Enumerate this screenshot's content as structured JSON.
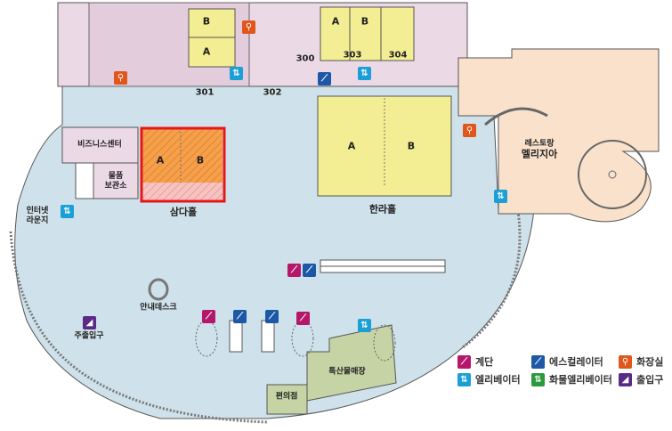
{
  "halls": {
    "samda": {
      "name": "삼다홀",
      "rooms": [
        "A",
        "B"
      ],
      "highlighted": true
    },
    "halla": {
      "name": "한라홀",
      "rooms": [
        "A",
        "B"
      ]
    }
  },
  "upper_rooms": {
    "left_block": [
      "B",
      "A"
    ],
    "right_block": [
      "A",
      "B"
    ],
    "numbers": [
      "300",
      "301",
      "302",
      "303",
      "304"
    ]
  },
  "facilities": {
    "business_center": "비즈니스센터",
    "storage": "물품\n보관소",
    "internet_lounge": "인터넷\n라운지",
    "info_desk": "안내데스크",
    "restaurant_type": "레스토랑",
    "restaurant_name": "멜리지아",
    "main_entrance": "주출입구",
    "convenience_store": "편의점",
    "souvenir_shop": "특산물매장"
  },
  "legend": [
    {
      "icon": "stairs-icon",
      "label": "계단",
      "color": "#b5176b"
    },
    {
      "icon": "escalator-icon",
      "label": "에스컬레이터",
      "color": "#1d58a6"
    },
    {
      "icon": "restroom-icon",
      "label": "화장실",
      "color": "#e0561b"
    },
    {
      "icon": "elevator-icon",
      "label": "엘리베이터",
      "color": "#1c9fd6"
    },
    {
      "icon": "freight-elevator-icon",
      "label": "화물엘리베이터",
      "color": "#2c9a3c"
    },
    {
      "icon": "entrance-icon",
      "label": "출입구",
      "color": "#5b2a86"
    }
  ],
  "colors": {
    "floor": "#cfe1ea",
    "room": "#ecd9e6",
    "hall": "#f3ee93",
    "highlight": "#f5a04a",
    "highlight_border": "#e8151b",
    "restaurant": "#f9e1cb",
    "shop": "#c6d3a4"
  }
}
